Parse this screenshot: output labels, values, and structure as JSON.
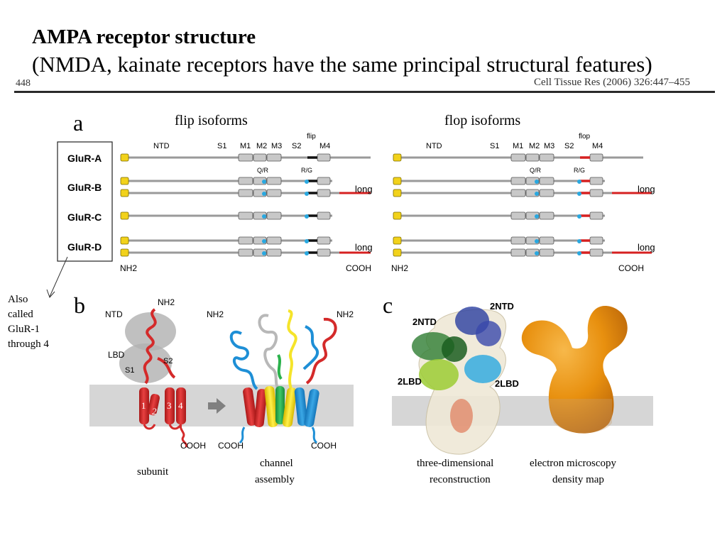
{
  "slide": {
    "title": "AMPA receptor structure",
    "subtitle": "(NMDA, kainate receptors have the same principal structural features)"
  },
  "journal": {
    "page_number": "448",
    "citation": "Cell Tissue Res (2006) 326:447–455"
  },
  "side_note": {
    "lines": [
      "Also",
      "called",
      "GluR-1",
      "through 4"
    ]
  },
  "panel_a": {
    "letter": "a",
    "flip_title": "flip isoforms",
    "flop_title": "flop isoforms",
    "subunits": [
      "GluR-A",
      "GluR-B",
      "GluR-C",
      "GluR-D"
    ],
    "domain_labels": {
      "ntd": "NTD",
      "s1": "S1",
      "m1": "M1",
      "m2": "M2",
      "m3": "M3",
      "s2": "S2",
      "m4": "M4"
    },
    "flip_label": "flip",
    "flop_label": "flop",
    "qr_label": "Q/R",
    "rg_label": "R/G",
    "long_label": "long",
    "nh2": "NH2",
    "cooh": "COOH"
  },
  "panel_b": {
    "letter": "b",
    "labels": {
      "ntd": "NTD",
      "lbd": "LBD",
      "s1": "S1",
      "s2": "S2",
      "nh2": "NH2",
      "cooh": "COOH",
      "helix_1": "1",
      "helix_2": "2",
      "helix_3": "3",
      "helix_4": "4"
    },
    "subunit_caption": "subunit",
    "assembly_caption_1": "channel",
    "assembly_caption_2": "assembly"
  },
  "panel_c": {
    "letter": "c",
    "labels": {
      "ntd_left": "2NTD",
      "ntd_right": "2NTD",
      "lbd_left": "2LBD",
      "lbd_right": "2LBD"
    },
    "recon_caption_1": "three-dimensional",
    "recon_caption_2": "reconstruction",
    "em_caption_1": "electron microscopy",
    "em_caption_2": "density map"
  },
  "colors": {
    "flip_flop_segment": "#111111",
    "flop_segment": "#d62020",
    "long_tail": "#d62020",
    "site_dot": "#29a8e0",
    "signal_peptide": "#f2d21b",
    "membrane": "#d6d6d6",
    "subunit_red": "#d42a2a",
    "density_orange": "#e8900f"
  }
}
